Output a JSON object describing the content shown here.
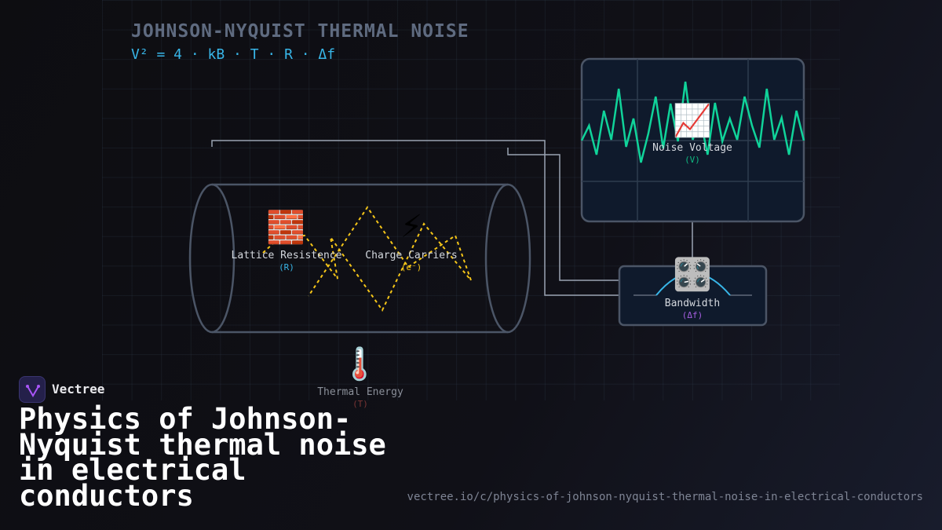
{
  "header": {
    "title": "JOHNSON-NYQUIST THERMAL NOISE",
    "formula": "V² = 4 · kB · T · R · Δf"
  },
  "nodes": {
    "lattice": {
      "label": "Lattice Resistence",
      "symbol": "(R)",
      "icon": "brick-icon",
      "symbol_color": "#38b6e8"
    },
    "carriers": {
      "label": "Charge Carriers",
      "symbol": "(e⁻)",
      "icon": "lightning-icon",
      "symbol_color": "#f5c518"
    },
    "voltage": {
      "label": "Noise Voltage",
      "symbol": "(V)",
      "icon": "chart-increasing-icon",
      "symbol_color": "#10b981"
    },
    "bandwidth": {
      "label": "Bandwidth",
      "symbol": "(Δf)",
      "icon": "control-knobs-icon",
      "symbol_color": "#a55ee0"
    },
    "thermal": {
      "label": "Thermal Energy",
      "symbol": "(T)",
      "icon": "thermometer-icon",
      "symbol_color": "#7a3535"
    }
  },
  "colors": {
    "noise_wave": "#10d39a",
    "carrier_path": "#f5c518",
    "wire": "#9aa3b2",
    "accent": "#38b6e8"
  },
  "brand": {
    "name": "Vectree"
  },
  "headline": "Physics of Johnson-Nyquist thermal noise in electrical conductors",
  "url": "vectree.io/c/physics-of-johnson-nyquist-thermal-noise-in-electrical-conductors"
}
